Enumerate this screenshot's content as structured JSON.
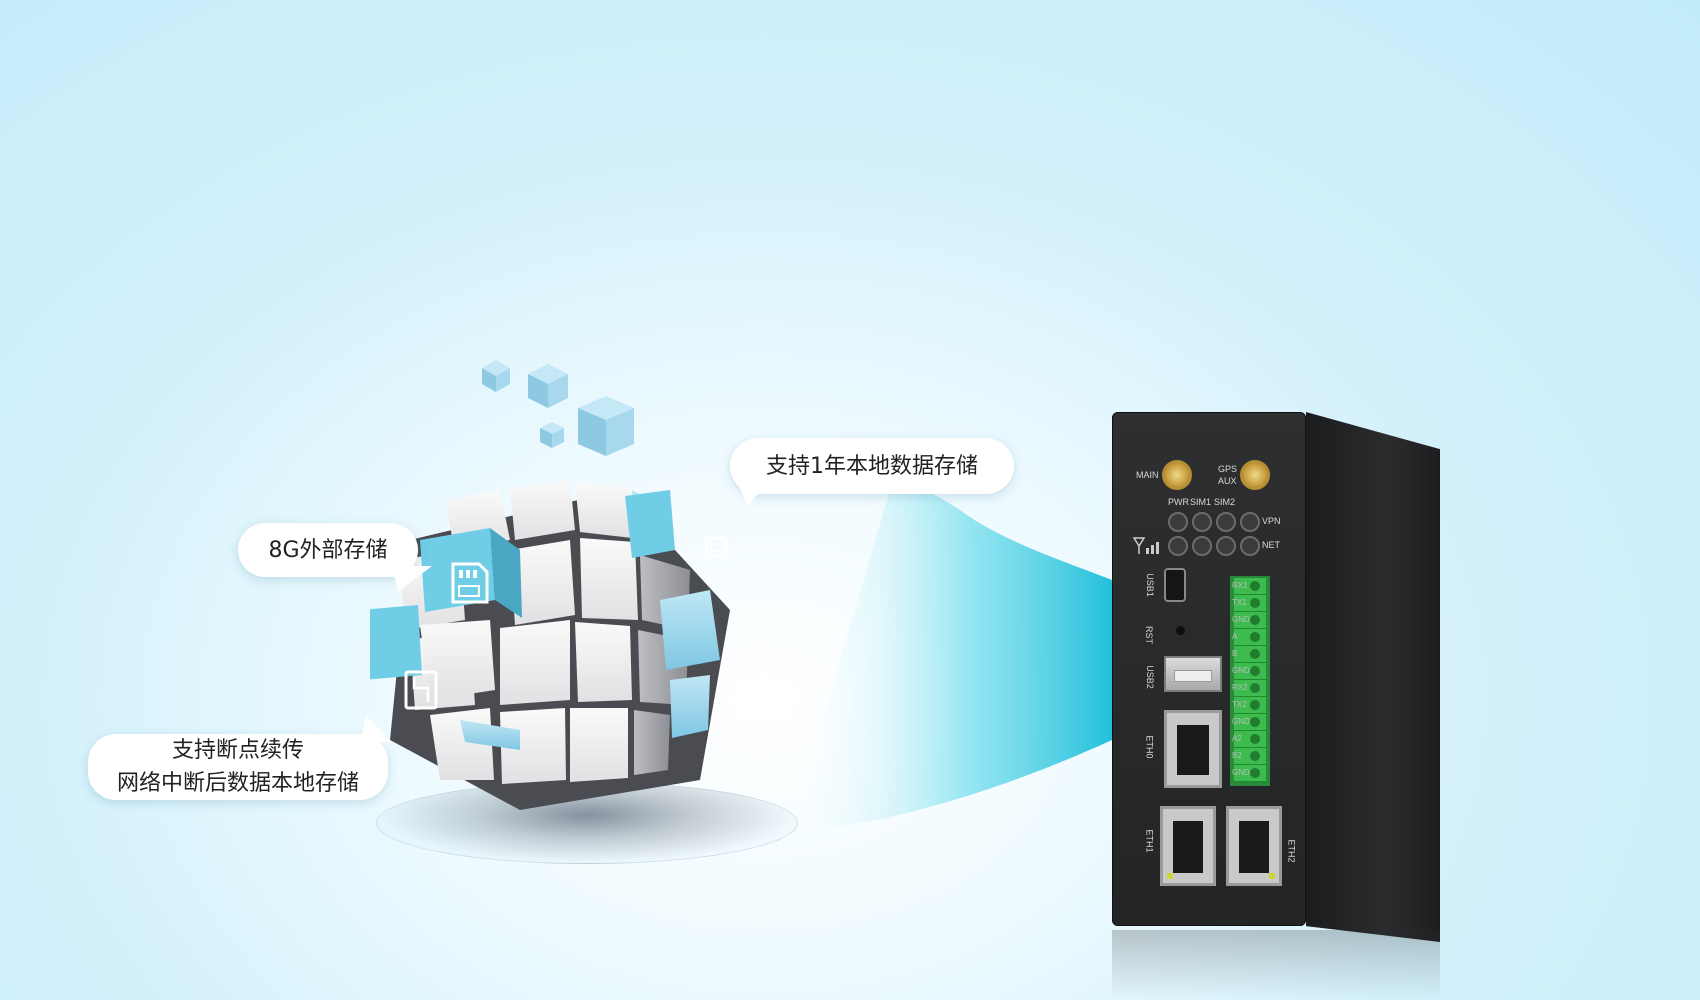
{
  "callouts": {
    "local_storage": "支持1年本地数据存储",
    "external_storage": "8G外部存储",
    "resume_line1": "支持断点续传",
    "resume_line2": "网络中断后数据本地存储"
  },
  "router": {
    "antenna_main": "MAIN",
    "antenna_gps": "GPS",
    "antenna_aux": "AUX",
    "led_pwr": "PWR",
    "led_sim1": "SIM1",
    "led_sim2": "SIM2",
    "led_vpn": "VPN",
    "led_net": "NET",
    "port_usb1": "USB1",
    "port_rst": "RST",
    "port_usb2": "USB2",
    "port_eth0": "ETH0",
    "port_eth1": "ETH1",
    "port_eth2": "ETH2",
    "terminals": [
      "RX1",
      "TX1",
      "GND",
      "A",
      "B",
      "GND",
      "RX2",
      "TX2",
      "GND",
      "A2",
      "B2",
      "GND"
    ]
  },
  "colors": {
    "accent_cyan": "#3fd0e6",
    "cube_grey": "#e9e9ea",
    "cube_blue": "#9fd8ef",
    "icon_tile": "#7fd3ea"
  }
}
